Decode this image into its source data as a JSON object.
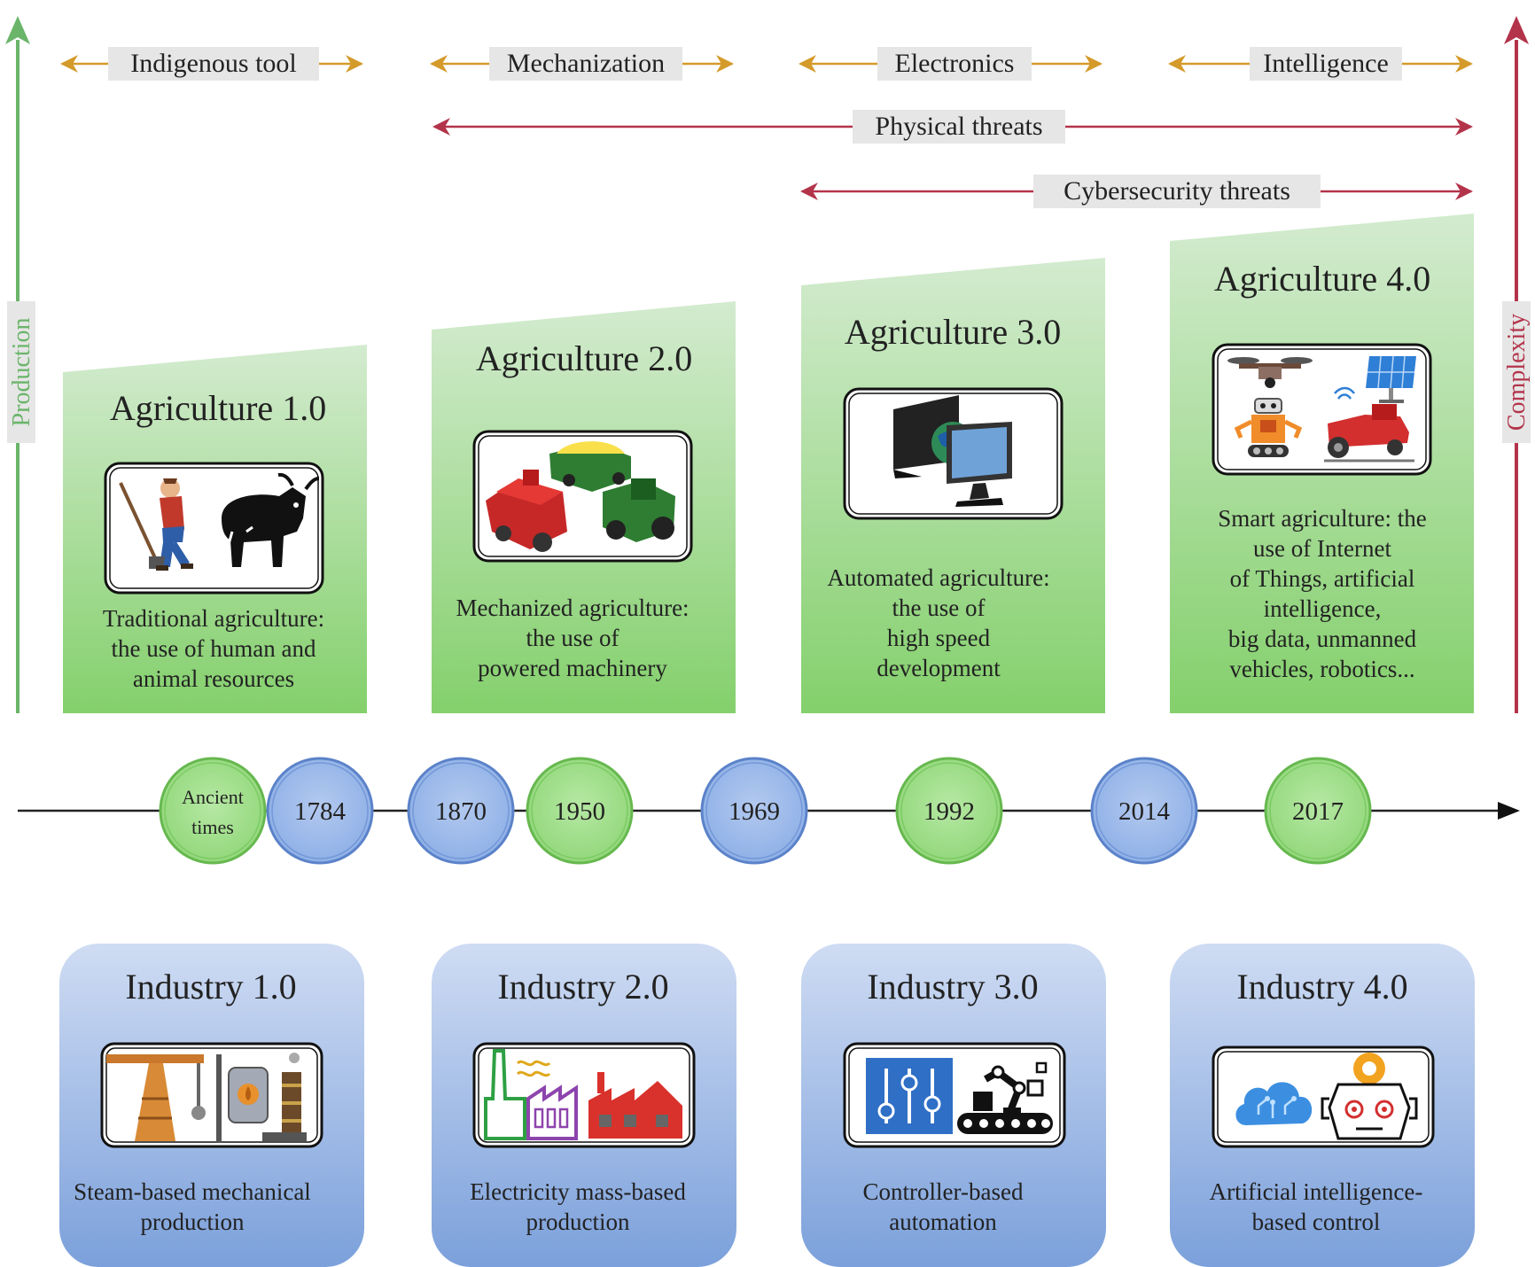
{
  "axes": {
    "left": {
      "label": "Production",
      "color": "#6ab56a"
    },
    "right": {
      "label": "Complexity",
      "color": "#b3344a"
    }
  },
  "eras": [
    {
      "label": "Indigenous tool",
      "color": "#d49a2a"
    },
    {
      "label": "Mechanization",
      "color": "#d49a2a"
    },
    {
      "label": "Electronics",
      "color": "#d49a2a"
    },
    {
      "label": "Intelligence",
      "color": "#d49a2a"
    }
  ],
  "threats": [
    {
      "label": "Physical threats",
      "color": "#b3344a"
    },
    {
      "label": "Cybersecurity threats",
      "color": "#b3344a"
    }
  ],
  "agriculture": [
    {
      "title": "Agriculture 1.0",
      "description": "Traditional agriculture:\nthe use of human and\nanimal resources",
      "icons": [
        "farmer-shoveling-icon",
        "ox-icon"
      ]
    },
    {
      "title": "Agriculture 2.0",
      "description": "Mechanized agriculture:\nthe use of\npowered machinery",
      "icons": [
        "harvester-icon",
        "tractor-with-trailer-icon"
      ]
    },
    {
      "title": "Agriculture 3.0",
      "description": "Automated agriculture:\nthe use of\nhigh speed\ndevelopment",
      "icons": [
        "computer-monitors-globe-icon"
      ]
    },
    {
      "title": "Agriculture 4.0",
      "description": "Smart agriculture: the\nuse of Internet\nof Things, artificial\nintelligence,\nbig data, unmanned\nvehicles, robotics...",
      "icons": [
        "drone-icon",
        "solar-panel-icon",
        "robot-icon",
        "smart-tractor-icon"
      ]
    }
  ],
  "timeline": [
    {
      "label": "Ancient times",
      "color": "green"
    },
    {
      "label": "1784",
      "color": "blue"
    },
    {
      "label": "1870",
      "color": "blue"
    },
    {
      "label": "1950",
      "color": "green"
    },
    {
      "label": "1969",
      "color": "blue"
    },
    {
      "label": "1992",
      "color": "green"
    },
    {
      "label": "2014",
      "color": "blue"
    },
    {
      "label": "2017",
      "color": "green"
    }
  ],
  "industry": [
    {
      "title": "Industry 1.0",
      "description": "Steam-based mechanical\nproduction",
      "icons": [
        "steam-engine-icon"
      ]
    },
    {
      "title": "Industry 2.0",
      "description": "Electricity mass-based\nproduction",
      "icons": [
        "factories-icon"
      ]
    },
    {
      "title": "Industry 3.0",
      "description": "Controller-based\nautomation",
      "icons": [
        "control-sliders-icon",
        "robot-arm-conveyor-icon"
      ]
    },
    {
      "title": "Industry 4.0",
      "description": "Artificial intelligence-\nbased control",
      "icons": [
        "cloud-circuit-icon",
        "ai-robot-head-icon"
      ]
    }
  ],
  "colors": {
    "green_panel_top": "#cde8c8",
    "green_panel_bottom": "#86d26f",
    "blue_panel_top": "#cbdaf2",
    "blue_panel_bottom": "#7fa3dc",
    "green_node": "#9fdc8a",
    "blue_node": "#9cb8e8"
  }
}
